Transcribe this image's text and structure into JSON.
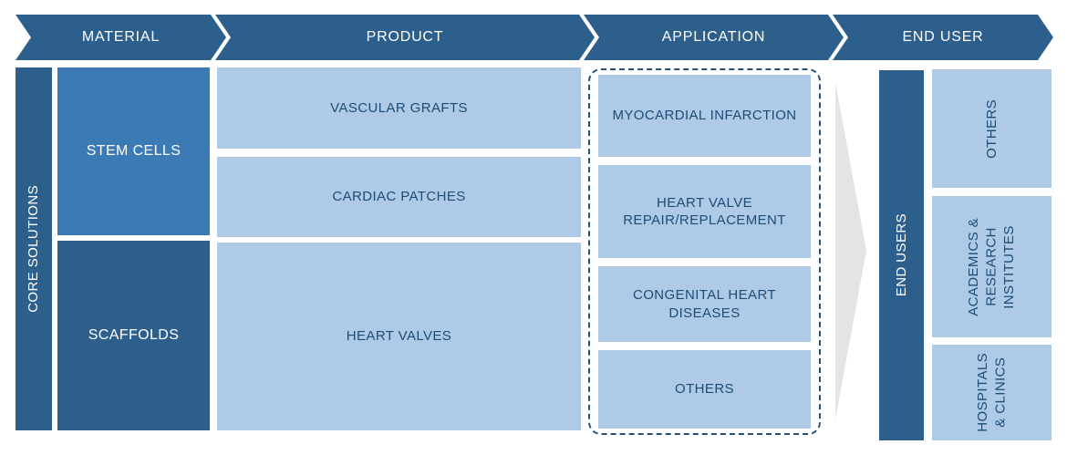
{
  "palette": {
    "header_blue": "#2D5F8C",
    "dark_blue": "#2D5F8C",
    "medium_blue": "#3B7AB5",
    "light_blue": "#AECAE6",
    "navy_text": "#1D4C77",
    "dashed_border": "#27517C",
    "flow_arrow_gray": "#E3E4E6",
    "header_text": "#FFFFFF"
  },
  "header": {
    "steps": [
      {
        "label": "MATERIAL"
      },
      {
        "label": "PRODUCT"
      },
      {
        "label": "APPLICATION"
      },
      {
        "label": "END USER"
      }
    ]
  },
  "material": {
    "side_label": "CORE SOLUTIONS",
    "boxes": [
      {
        "label": "STEM CELLS"
      },
      {
        "label": "SCAFFOLDS"
      }
    ]
  },
  "product": {
    "boxes": [
      {
        "label": "VASCULAR GRAFTS"
      },
      {
        "label": "CARDIAC PATCHES"
      },
      {
        "label": "HEART VALVES"
      }
    ]
  },
  "application": {
    "boxes": [
      {
        "label": "MYOCARDIAL INFARCTION"
      },
      {
        "label": "HEART VALVE\nREPAIR/REPLACEMENT"
      },
      {
        "label": "CONGENITAL HEART\nDISEASES"
      },
      {
        "label": "OTHERS"
      }
    ]
  },
  "end_user": {
    "side_label": "END USERS",
    "boxes": [
      {
        "label": "OTHERS"
      },
      {
        "label": "ACADEMICS &\nRESEARCH\nINSTITUTES"
      },
      {
        "label": "HOSPITALS\n& CLINICS"
      }
    ]
  }
}
